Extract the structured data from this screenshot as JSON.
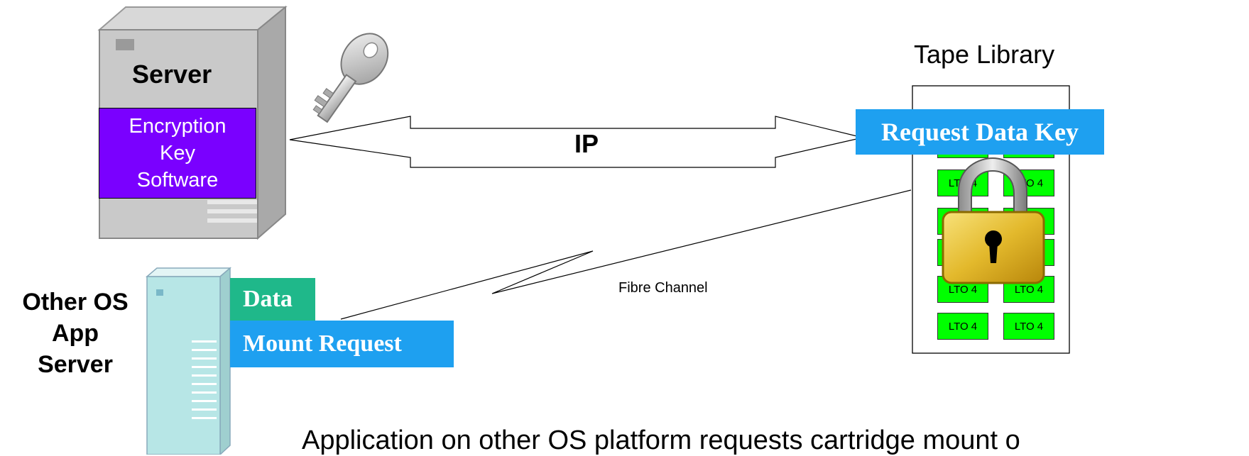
{
  "server": {
    "title": "Server",
    "software_lines": [
      "Encryption",
      "Key",
      "Software"
    ]
  },
  "key_icon": "key-icon",
  "link_ip": "IP",
  "tape_library": {
    "title": "Tape Library",
    "request_label": "Request Data Key",
    "drive_label": "LTO 4",
    "lock_icon": "padlock-icon"
  },
  "link_fc": "Fibre Channel",
  "app_server": {
    "label_lines": [
      "Other OS",
      "App",
      "Server"
    ],
    "data_label": "Data",
    "mount_label": "Mount Request"
  },
  "caption": "Application on other OS platform requests cartridge mount o",
  "colors": {
    "software_box": "#7a00ff",
    "request_box": "#1ea0f0",
    "data_box": "#1fb88a",
    "drive": "#00ff00"
  }
}
